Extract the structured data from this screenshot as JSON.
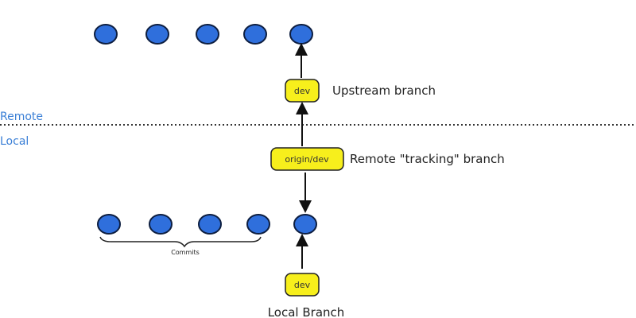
{
  "zones": {
    "remote_label": "Remote",
    "local_label": "Local"
  },
  "remote": {
    "commit_count": 5,
    "branch_box": "dev",
    "branch_label": "Upstream branch"
  },
  "tracking": {
    "branch_box": "origin/dev",
    "branch_label": "Remote \"tracking\" branch"
  },
  "local": {
    "commit_count": 5,
    "commits_label": "Commits",
    "branch_box": "dev",
    "branch_label": "Local Branch"
  },
  "colors": {
    "commit_fill": "#2f6fdc",
    "commit_stroke": "#0d1e40",
    "branch_fill": "#f7ef1c",
    "zone_label": "#3a7fd6"
  }
}
